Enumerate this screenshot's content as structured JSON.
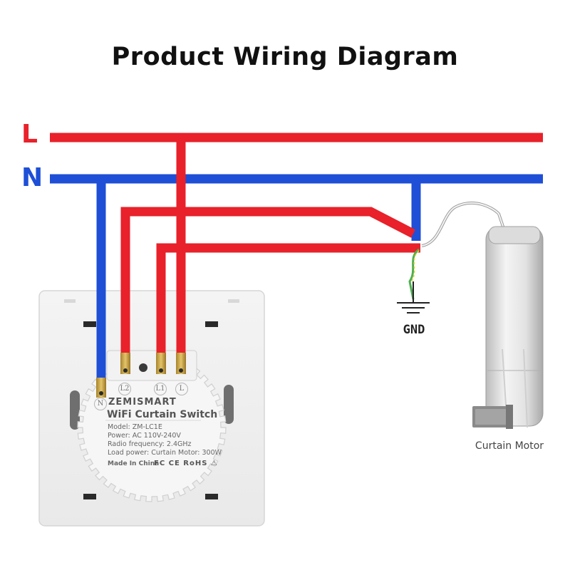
{
  "title": "Product Wiring Diagram",
  "bus": {
    "line_label": "L",
    "neutral_label": "N"
  },
  "ground_label": "GND",
  "motor_label": "Curtain Motor",
  "switch": {
    "brand": "ZEMISMART",
    "product_name": "WiFi Curtain Switch",
    "specs": [
      "Model:  ZM-LC1E",
      "Power: AC 110V-240V",
      "Radio frequency: 2.4GHz",
      "Load power: Curtain Motor:  300W"
    ],
    "made_in": "Made In China",
    "certifications": "FC CE RoHS ⚠",
    "terminals": [
      "N",
      "L2",
      "L1",
      "L"
    ]
  },
  "colors": {
    "live": "#e8212a",
    "neutral": "#1e4fd6",
    "ground": "#4caf50"
  }
}
